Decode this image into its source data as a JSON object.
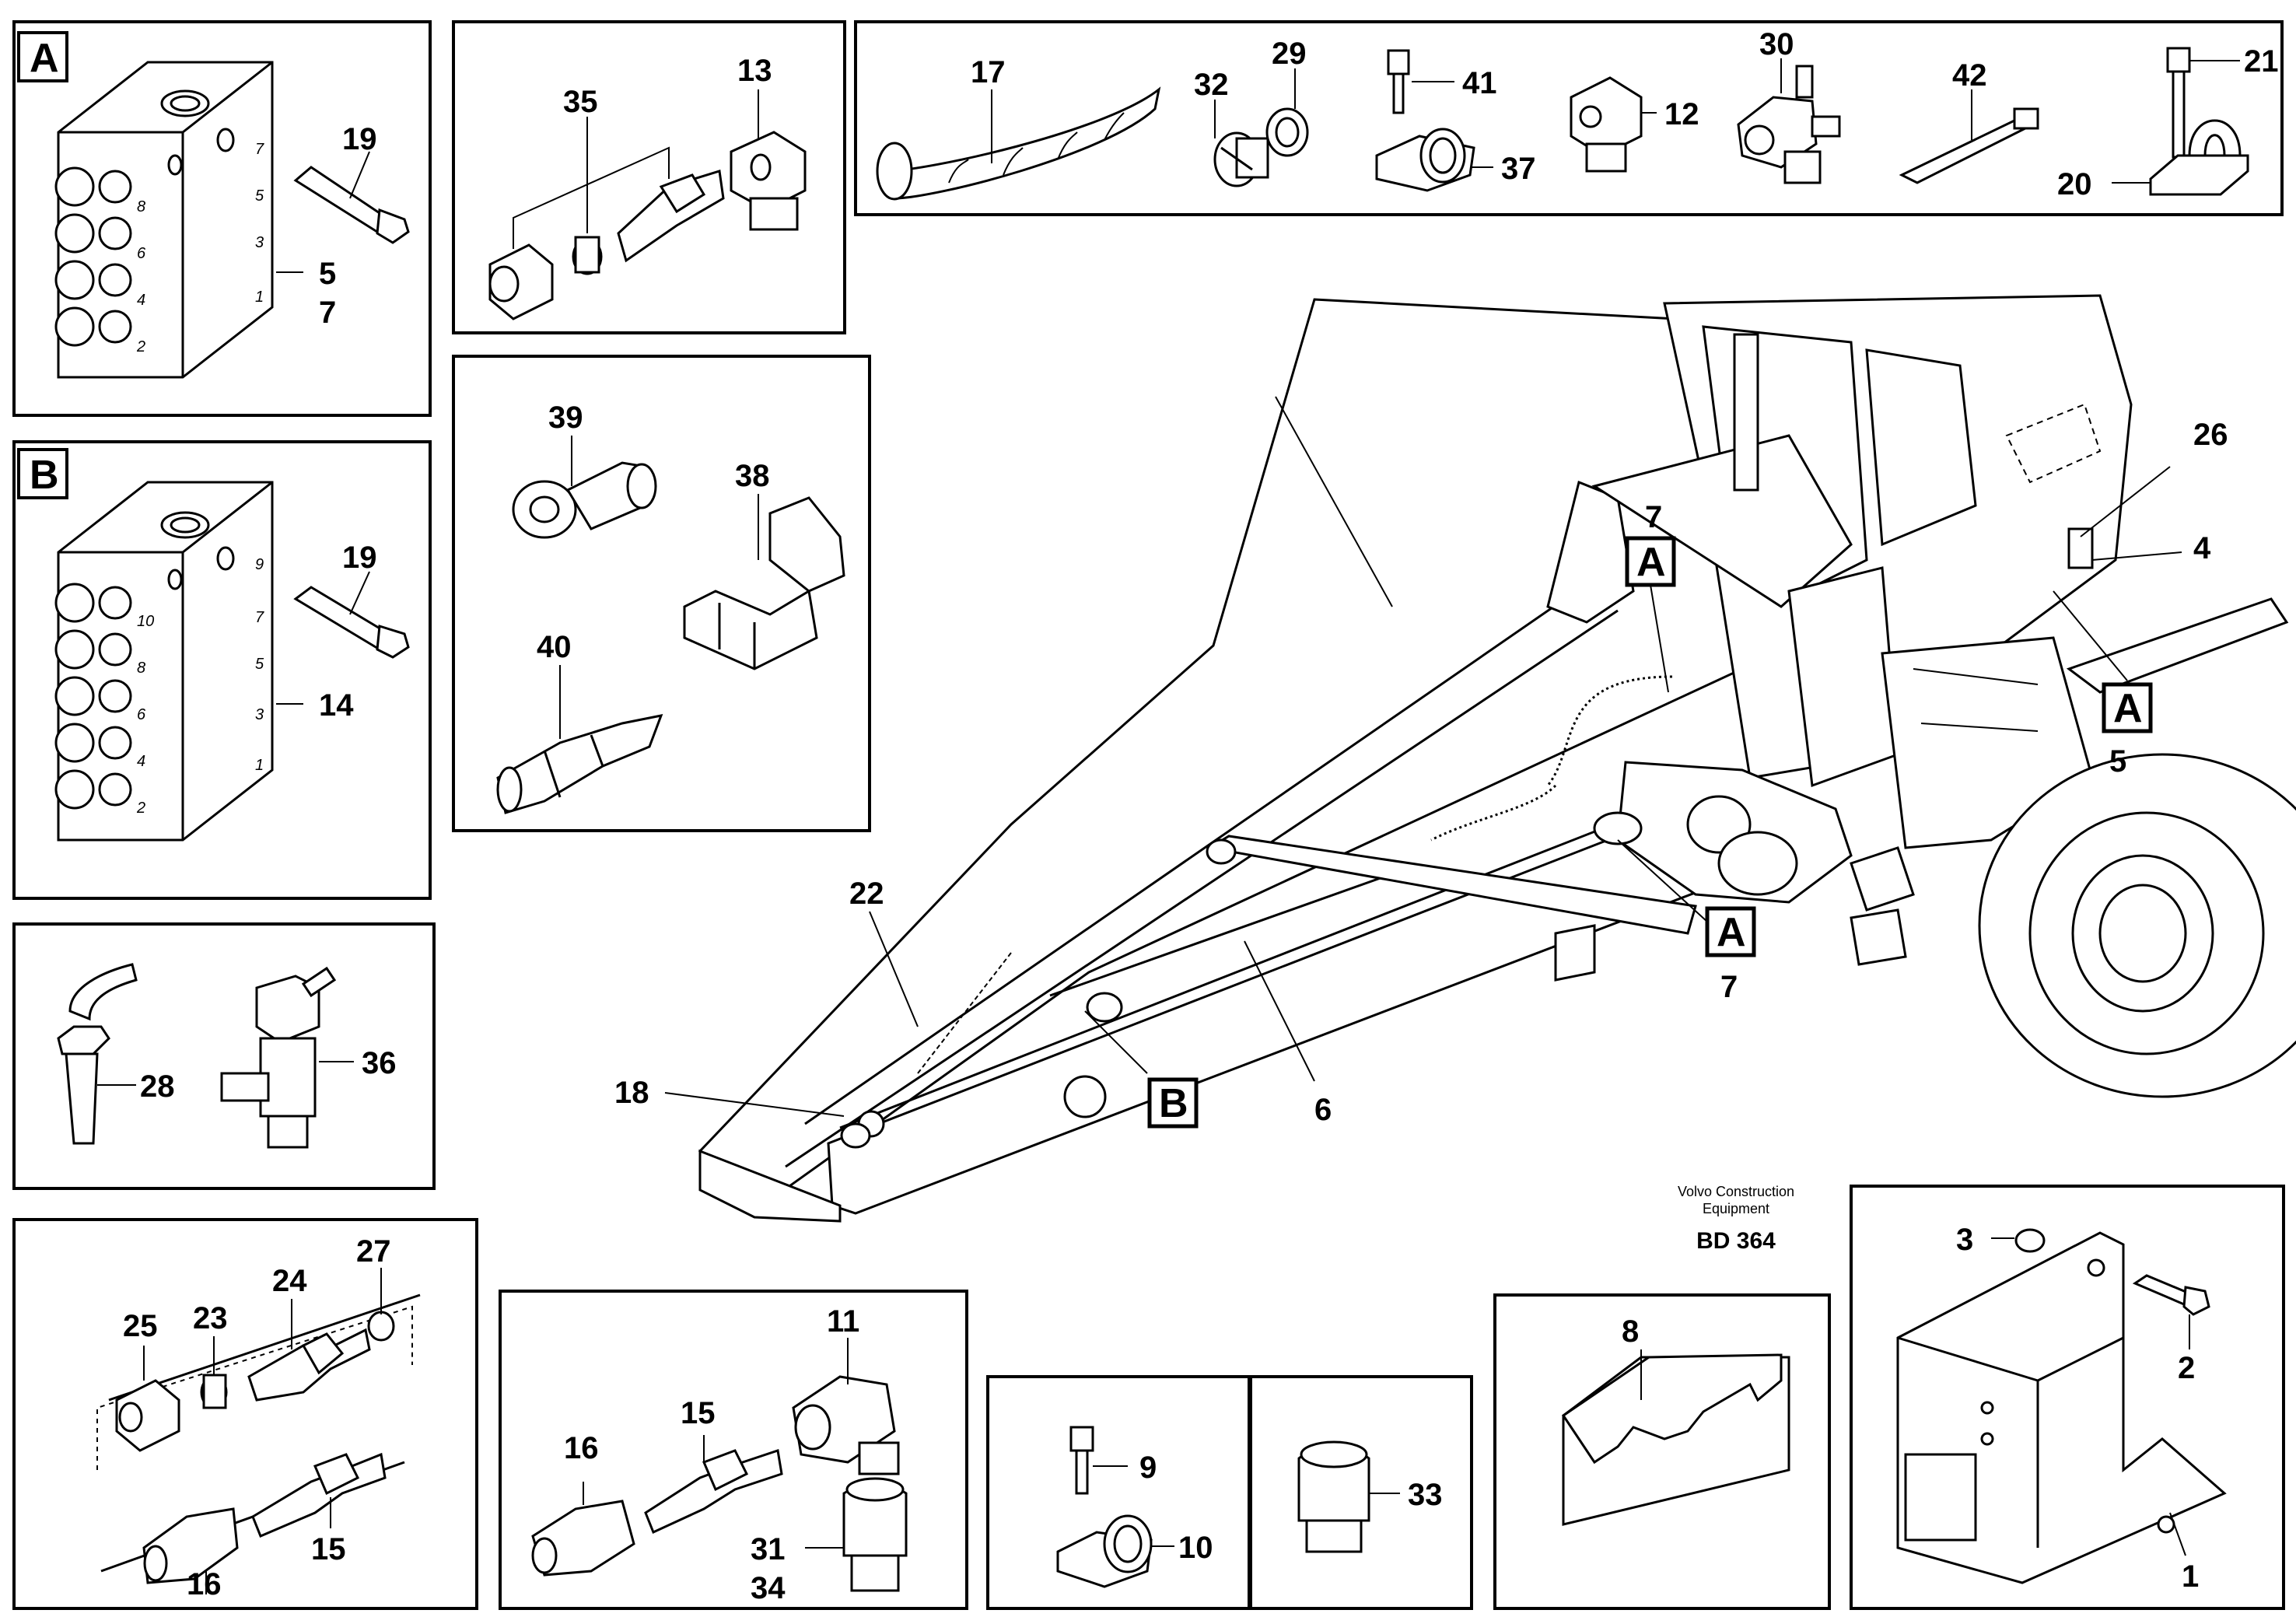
{
  "caption": {
    "maker_line1": "Volvo Construction",
    "maker_line2": "Equipment",
    "ref": "BD 364"
  },
  "panel_a": {
    "tag": "A",
    "labels": [
      "19",
      "5",
      "7"
    ],
    "outlet_numbers": [
      "8",
      "6",
      "4",
      "2",
      "7",
      "5",
      "3",
      "1"
    ]
  },
  "panel_b": {
    "tag": "B",
    "labels": [
      "19",
      "14"
    ],
    "outlet_numbers": [
      "10",
      "8",
      "6",
      "4",
      "2",
      "9",
      "7",
      "5",
      "3",
      "1"
    ]
  },
  "panel_fittings": {
    "labels": [
      "35",
      "13"
    ]
  },
  "panel_parts_row": {
    "labels": [
      "17",
      "32",
      "29",
      "41",
      "37",
      "12",
      "30",
      "42",
      "21",
      "20"
    ]
  },
  "panel_connectors": {
    "labels": [
      "39",
      "38",
      "40"
    ]
  },
  "panel_nipples": {
    "labels": [
      "28",
      "36"
    ]
  },
  "panel_lines": {
    "labels": [
      "25",
      "23",
      "24",
      "27",
      "16",
      "15"
    ]
  },
  "panel_elbow": {
    "labels": [
      "11",
      "15",
      "16",
      "31",
      "34"
    ]
  },
  "panel_clamp": {
    "labels": [
      "9",
      "10"
    ]
  },
  "panel_adapter": {
    "labels": [
      "33"
    ]
  },
  "panel_plate": {
    "labels": [
      "8"
    ]
  },
  "panel_bracket": {
    "labels": [
      "3",
      "2",
      "1"
    ]
  },
  "main": {
    "labels": [
      "26",
      "4",
      "5",
      "7",
      "7",
      "22",
      "18",
      "6"
    ],
    "callouts": [
      "A",
      "A",
      "A",
      "B"
    ]
  }
}
